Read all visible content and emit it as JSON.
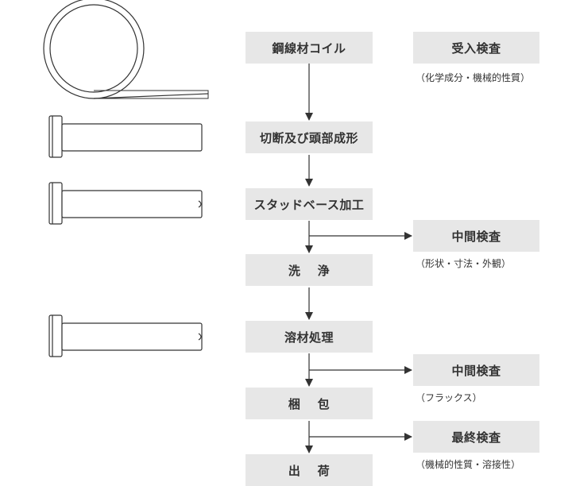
{
  "colors": {
    "box_fill": "#e7e7e7",
    "line": "#333333",
    "text": "#333333"
  },
  "steps": [
    "鋼線材コイル",
    "切断及び頭部成形",
    "スタッドベース加工",
    "洗　 浄",
    "溶材処理",
    "梱　 包",
    "出　 荷"
  ],
  "inspections": [
    {
      "label": "受入検査",
      "note": "（化学成分・機械的性質）"
    },
    {
      "label": "中間検査",
      "note": "（形状・寸法・外観）"
    },
    {
      "label": "中間検査",
      "note": "（フラックス）"
    },
    {
      "label": "最終検査",
      "note": "（機械的性質・溶接性）"
    }
  ]
}
